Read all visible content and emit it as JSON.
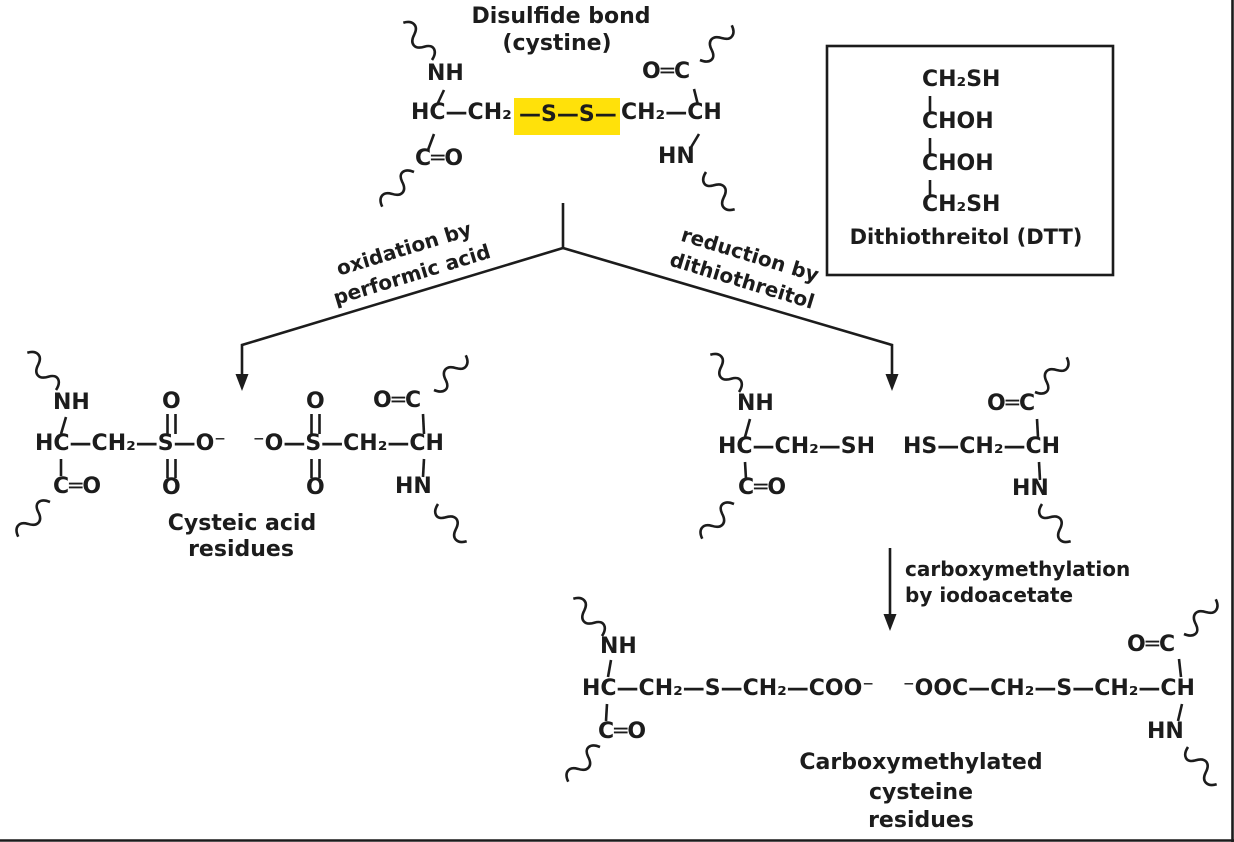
{
  "palette": {
    "ink": "#1c1c1c",
    "highlight": "#ffe10a",
    "background": "#ffffff"
  },
  "title": {
    "line1": "Disulfide bond",
    "line2": "(cystine)"
  },
  "cystine": {
    "nh": "NH",
    "chain_left": "HC—CH₂",
    "ss_bond": "—S—S—",
    "chain_right": "CH₂—CH",
    "carbonyl_left": "C═O",
    "carbonyl_right": "O═C",
    "hn": "HN"
  },
  "dtt_box": {
    "rows": [
      "CH₂SH",
      "CHOH",
      "CHOH",
      "CH₂SH"
    ],
    "label": "Dithiothreitol (DTT)"
  },
  "branch_labels": {
    "left": {
      "line1": "oxidation by",
      "line2": "performic acid"
    },
    "right": {
      "line1": "reduction by",
      "line2": "dithiothreitol"
    }
  },
  "cysteic_acid": {
    "residue_a": {
      "nh": "NH",
      "chain": "HC—CH₂—S—O⁻",
      "o_top": "O",
      "o_bottom": "O",
      "carbonyl": "C═O"
    },
    "residue_b": {
      "chain": "⁻O—S—CH₂—CH",
      "o_top": "O",
      "o_bottom": "O",
      "carbonyl": "O═C",
      "hn": "HN"
    },
    "label": {
      "line1": "Cysteic acid",
      "line2": "residues"
    }
  },
  "cysteine": {
    "residue_a": {
      "nh": "NH",
      "chain": "HC—CH₂—SH",
      "carbonyl": "C═O"
    },
    "residue_b": {
      "chain": "HS—CH₂—CH",
      "carbonyl": "O═C",
      "hn": "HN"
    }
  },
  "carboxymethylation_label": {
    "line1": "carboxymethylation",
    "line2": "by iodoacetate"
  },
  "carboxymethylated": {
    "residue_a": {
      "nh": "NH",
      "chain": "HC—CH₂—S—CH₂—COO⁻",
      "carbonyl": "C═O"
    },
    "residue_b": {
      "chain": "⁻OOC—CH₂—S—CH₂—CH",
      "carbonyl": "O═C",
      "hn": "HN"
    },
    "label": {
      "line1": "Carboxymethylated",
      "line2": "cysteine",
      "line3": "residues"
    }
  }
}
